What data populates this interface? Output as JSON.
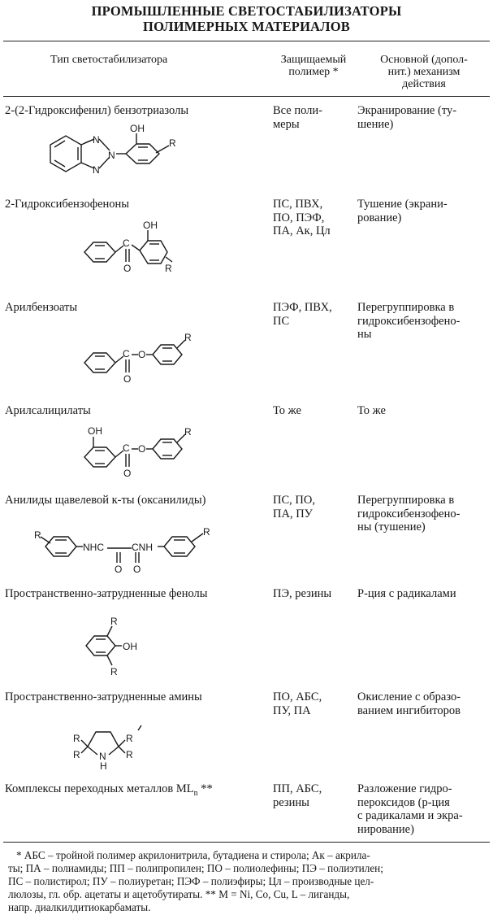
{
  "title": {
    "line1": "ПРОМЫШЛЕННЫЕ СВЕТОСТАБИЛИЗАТОРЫ",
    "line2": "ПОЛИМЕРНЫХ МАТЕРИАЛОВ"
  },
  "header": {
    "col1": "Тип светостабилизатора",
    "col2": [
      "Защищаемый",
      "полимер *"
    ],
    "col3": [
      "Основной (допол-",
      "нит.) механизм",
      "действия"
    ]
  },
  "rows": [
    {
      "name": "2-(2-Гидроксифенил) бензотриазолы",
      "polymers": [
        "Все поли-",
        "меры"
      ],
      "mechanism": [
        "Экранирование (ту-",
        "шение)"
      ]
    },
    {
      "name": "2-Гидроксибензофеноны",
      "polymers": [
        "ПС, ПВХ,",
        "ПО, ПЭФ,",
        "ПА, Ак, Цл"
      ],
      "mechanism": [
        "Тушение (экрани-",
        "рование)"
      ]
    },
    {
      "name": "Арилбензоаты",
      "polymers": [
        "ПЭФ, ПВХ,",
        "ПС"
      ],
      "mechanism": [
        "Перегруппировка в",
        "гидроксибензофено-",
        "ны"
      ]
    },
    {
      "name": "Арилсалицилаты",
      "polymers": [
        "То же"
      ],
      "mechanism": [
        "То же"
      ]
    },
    {
      "name": "Анилиды щавелевой к-ты (оксанилиды)",
      "polymers": [
        "ПС, ПО,",
        "ПА, ПУ"
      ],
      "mechanism": [
        "Перегруппировка в",
        "гидроксибензофено-",
        "ны (тушение)"
      ]
    },
    {
      "name": "Пространственно-затрудненные фенолы",
      "polymers": [
        "ПЭ, резины"
      ],
      "mechanism": [
        "Р-ция с радикалами"
      ]
    },
    {
      "name": "Пространственно-затрудненные амины",
      "polymers": [
        "ПО, АБС,",
        "ПУ, ПА"
      ],
      "mechanism": [
        "Окисление с образо-",
        "ванием ингибиторов"
      ]
    },
    {
      "name": "Комплексы переходных металлов ML",
      "name_sub": "n",
      "name_suffix": " **",
      "polymers": [
        "ПП, АБС,",
        "резины"
      ],
      "mechanism": [
        "Разложение гидро-",
        "пероксидов (р-ция",
        "с радикалами и экра-",
        "нирование)"
      ]
    }
  ],
  "structures": {
    "benzotriazole": {
      "oh": "OH",
      "n1": "N",
      "n2": "N",
      "n3": "N",
      "r": "R"
    },
    "benzophenone": {
      "oh": "OH",
      "c": "C",
      "o": "O",
      "r": "R"
    },
    "arylbenzoate": {
      "c": "C",
      "o_ester": "O",
      "o_carbonyl": "O",
      "r": "R"
    },
    "arylsalicylate": {
      "oh": "OH",
      "c": "C",
      "o_ester": "O",
      "o_carbonyl": "O",
      "r": "R"
    },
    "oxanilide": {
      "r_left": "R",
      "nhc": "NHC",
      "cnh": "CNH",
      "o1": "O",
      "o2": "O",
      "r_right": "R"
    },
    "phenol": {
      "r_top": "R",
      "oh": "OH",
      "r_bottom": "R"
    },
    "amine": {
      "r1": "R",
      "r2": "R",
      "r3": "R",
      "r4": "R",
      "nh_n": "N",
      "nh_h": "H"
    }
  },
  "footnote": [
    "* АБС – тройной полимер акрилонитрила, бутадиена и стирола; Ак – акрила-",
    "ты; ПА – полиамиды; ПП – полипропилен; ПО – полиолефины; ПЭ – полиэтилен;",
    "ПС – полистирол; ПУ – полиуретан; ПЭФ – полиэфиры; Цл – производные цел-",
    "люлозы, гл. обр. ацетаты и ацетобутираты. ** M = Ni, Co, Cu, L – лиганды,",
    "напр. диалкилдитиокарбаматы."
  ]
}
